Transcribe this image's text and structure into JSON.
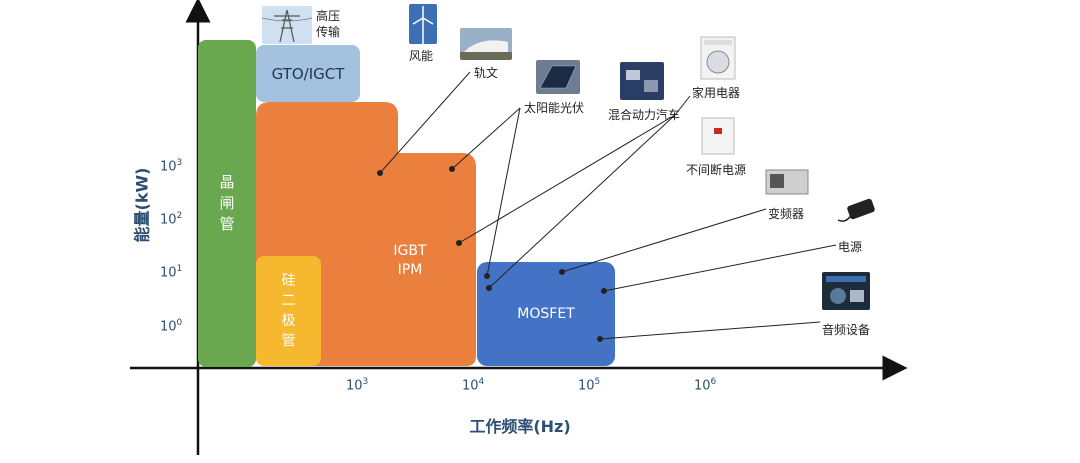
{
  "axes": {
    "ylabel": "能量(kW)",
    "xlabel": "工作频率(Hz)",
    "yticks": [
      {
        "base": "10",
        "exp": "3"
      },
      {
        "base": "10",
        "exp": "2"
      },
      {
        "base": "10",
        "exp": "1"
      },
      {
        "base": "10",
        "exp": "0"
      }
    ],
    "xticks": [
      {
        "base": "10",
        "exp": "3"
      },
      {
        "base": "10",
        "exp": "4"
      },
      {
        "base": "10",
        "exp": "5"
      },
      {
        "base": "10",
        "exp": "6"
      }
    ]
  },
  "regions": {
    "thyristor": [
      "晶",
      "闸",
      "管"
    ],
    "gto": "GTO/IGCT",
    "diode": [
      "硅",
      "二",
      "极",
      "管"
    ],
    "igbt": [
      "IGBT",
      "IPM"
    ],
    "mosfet": "MOSFET"
  },
  "colors": {
    "thyristor": "#6aa84f",
    "gto": "#a4c2e0",
    "igbt": "#ea7f3e",
    "diode": "#f5b82e",
    "mosfet": "#4472c4",
    "axis_text": "#2e4f73"
  },
  "applications": {
    "hv_transmission": [
      "高压",
      "传输"
    ],
    "wind": "风能",
    "rail": "轨文",
    "solar": "太阳能光伏",
    "hybrid": "混合动力汽车",
    "appliance": "家用电器",
    "ups": "不间断电源",
    "inverter": "变频器",
    "power_supply": "电源",
    "audio": "音频设备"
  },
  "icons": {
    "hv_transmission": "power-tower-icon",
    "wind": "wind-turbine-icon",
    "rail": "train-icon",
    "solar": "solar-panel-icon",
    "hybrid": "circuit-board-icon",
    "appliance": "washing-machine-icon",
    "ups": "ups-icon",
    "inverter": "inverter-icon",
    "power_supply": "power-adapter-icon",
    "audio": "audio-amplifier-icon"
  }
}
